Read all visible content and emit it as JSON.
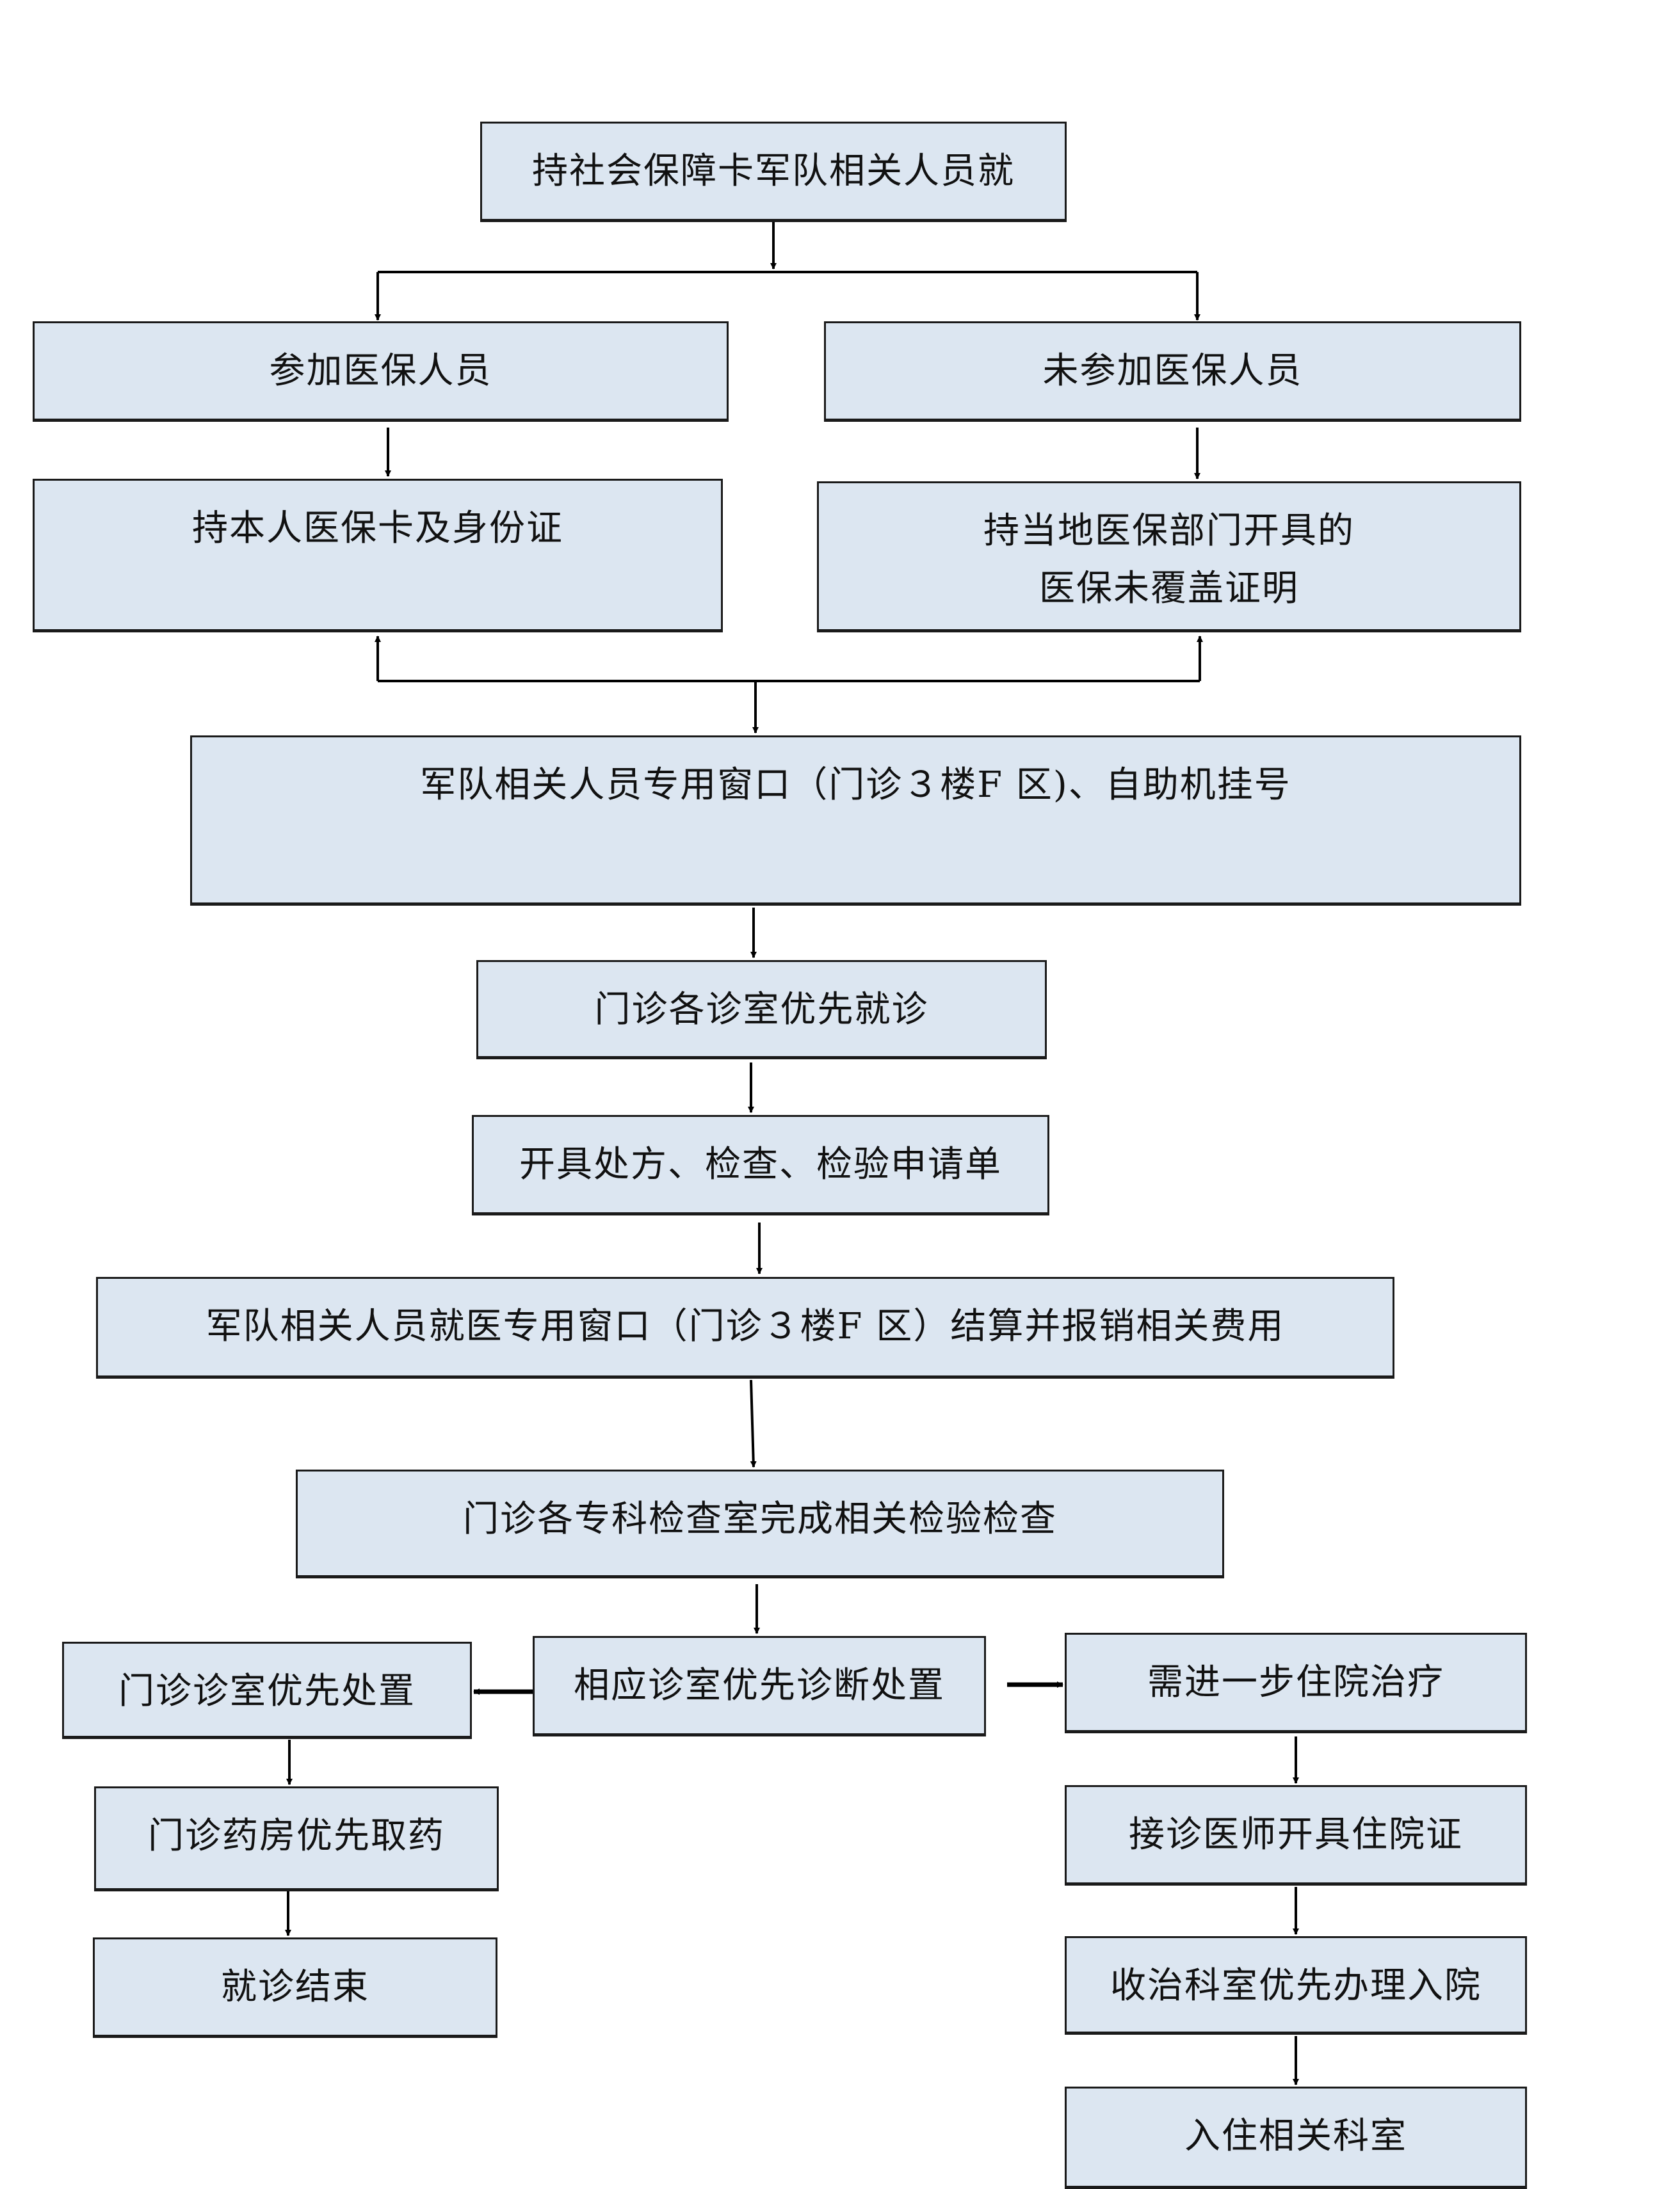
{
  "nodes": {
    "start": "持社会保障卡军队相关人员就",
    "insured": "参加医保人员",
    "uninsured": "未参加医保人员",
    "insured_docs": "持本人医保卡及身份证",
    "uninsured_docs_line1": "持当地医保部门开具的",
    "uninsured_docs_line2": "医保未覆盖证明",
    "registration": "军队相关人员专用窗口（门诊３楼F 区)、自助机挂号",
    "priority_visit": "门诊各诊室优先就诊",
    "prescriptions": "开具处方、检查、检验申请单",
    "settlement": "军队相关人员就医专用窗口（门诊３楼F 区）结算并报销相关费用",
    "exams": "门诊各专科检查室完成相关检验检查",
    "diagnosis": "相应诊室优先诊断处置",
    "outpatient_treatment": "门诊诊室优先处置",
    "pharmacy": "门诊药房优先取药",
    "visit_end": "就诊结束",
    "hospitalization_needed": "需进一步住院治疗",
    "admission_cert": "接诊医师开具住院证",
    "admission": "收治科室优先办理入院",
    "ward": "入住相关科室"
  },
  "colors": {
    "box_fill": "#dce6f1",
    "border": "#1a1a1a"
  }
}
